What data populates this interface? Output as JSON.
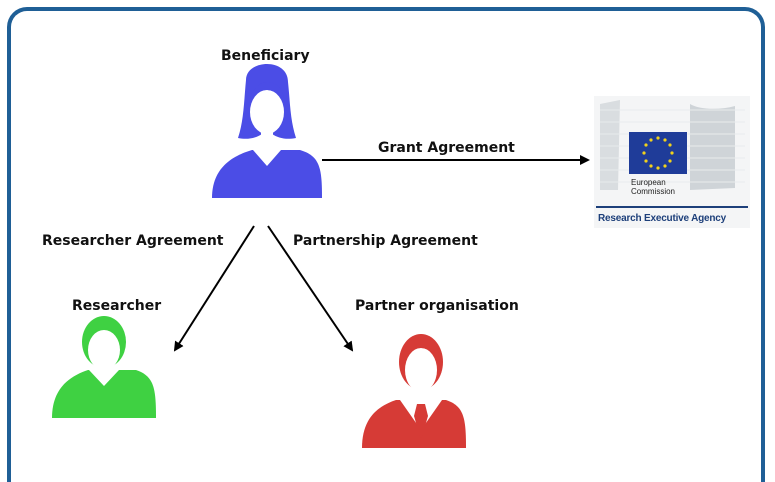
{
  "diagram": {
    "beneficiary_label": "Beneficiary",
    "researcher_label": "Researcher",
    "partner_label": "Partner organisation",
    "grant_agreement_label": "Grant Agreement",
    "researcher_agreement_label": "Researcher Agreement",
    "partnership_agreement_label": "Partnership Agreement"
  },
  "logo": {
    "line1": "European",
    "line2": "Commission",
    "agency": "Research Executive Agency"
  },
  "colors": {
    "frame": "#1f5f96",
    "beneficiary": "#4b4de6",
    "researcher": "#3fd142",
    "partner": "#d63b36",
    "eu_flag": "#1f3c99",
    "eu_stars": "#f2d21b"
  }
}
